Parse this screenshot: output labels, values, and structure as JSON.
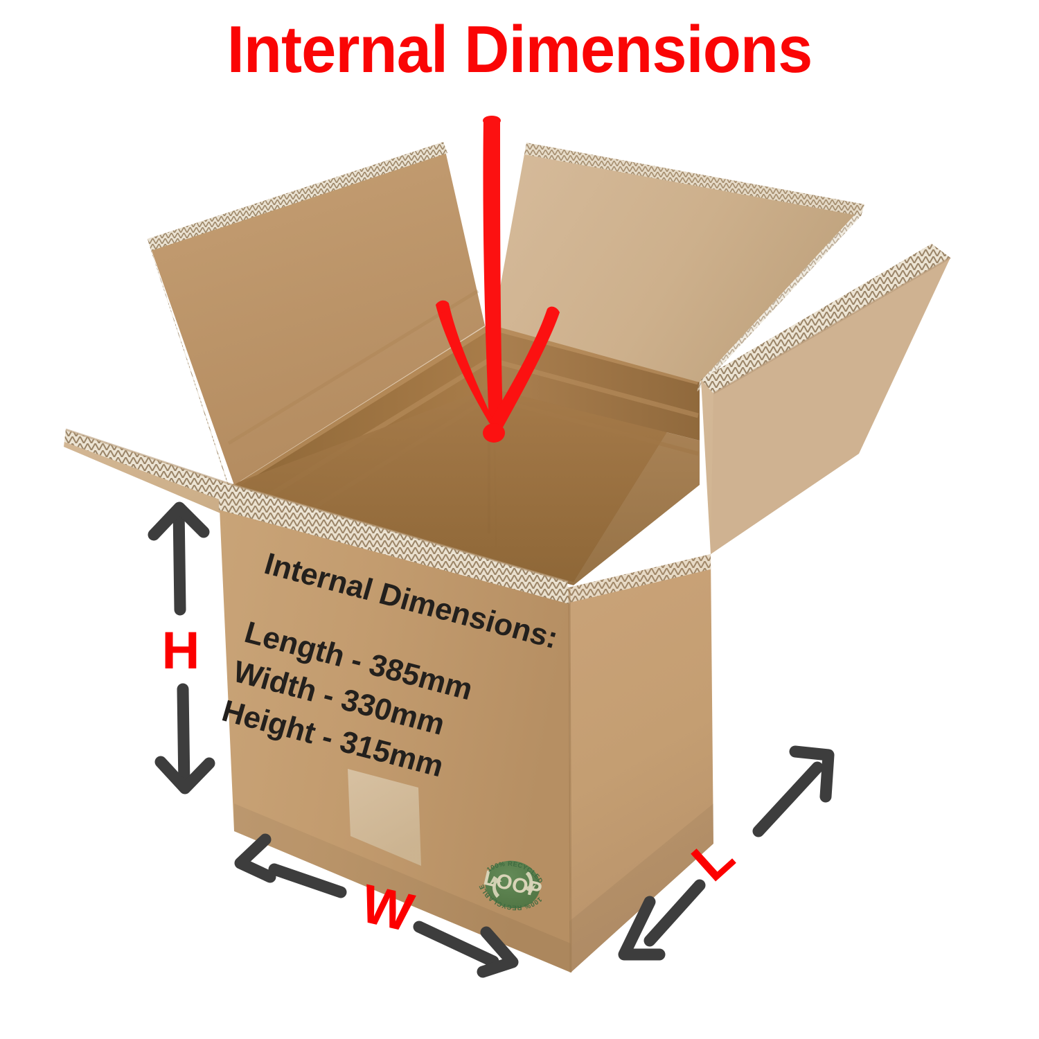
{
  "header": {
    "title": "Internal Dimensions"
  },
  "box_label": {
    "heading": "Internal Dimensions:",
    "rows": [
      {
        "name": "Length",
        "separator": "-",
        "value": "385mm",
        "full": "Length - 385mm"
      },
      {
        "name": "Width",
        "separator": "-",
        "value": "330mm",
        "full": "Width   - 330mm"
      },
      {
        "name": "Height",
        "separator": "-",
        "value": "315mm",
        "full": "Height  - 315mm"
      }
    ]
  },
  "dimension_markers": [
    {
      "id": "height",
      "label": "H",
      "axis": "vertical",
      "meaning": "Height",
      "color": "#fc0000"
    },
    {
      "id": "width",
      "label": "W",
      "axis": "diagonal-front",
      "meaning": "Width",
      "color": "#fc0000"
    },
    {
      "id": "length",
      "label": "L",
      "axis": "diagonal-side",
      "meaning": "Length",
      "color": "#fc0000"
    }
  ],
  "recycling_stamp": {
    "brand": "LOOP",
    "top_text": "100% RECYCLED",
    "bottom_text": "100% RECYCLABLE",
    "color": "#4f7a4c"
  },
  "annotations": {
    "pour_arrow": "red-arrow-into-box"
  },
  "colors": {
    "title_red": "#fa0505",
    "marker_red": "#fc0000",
    "arrow_gray": "#3d3d3d",
    "background": "#ffffff",
    "card_front": "#c19a6b",
    "card_side": "#c49e72",
    "card_flap_light": "#cfb290",
    "card_interior": "#a97d4e",
    "card_edge_white": "#e8e0cf",
    "label_black": "#23201d",
    "loop_green": "#4f7a4c"
  }
}
